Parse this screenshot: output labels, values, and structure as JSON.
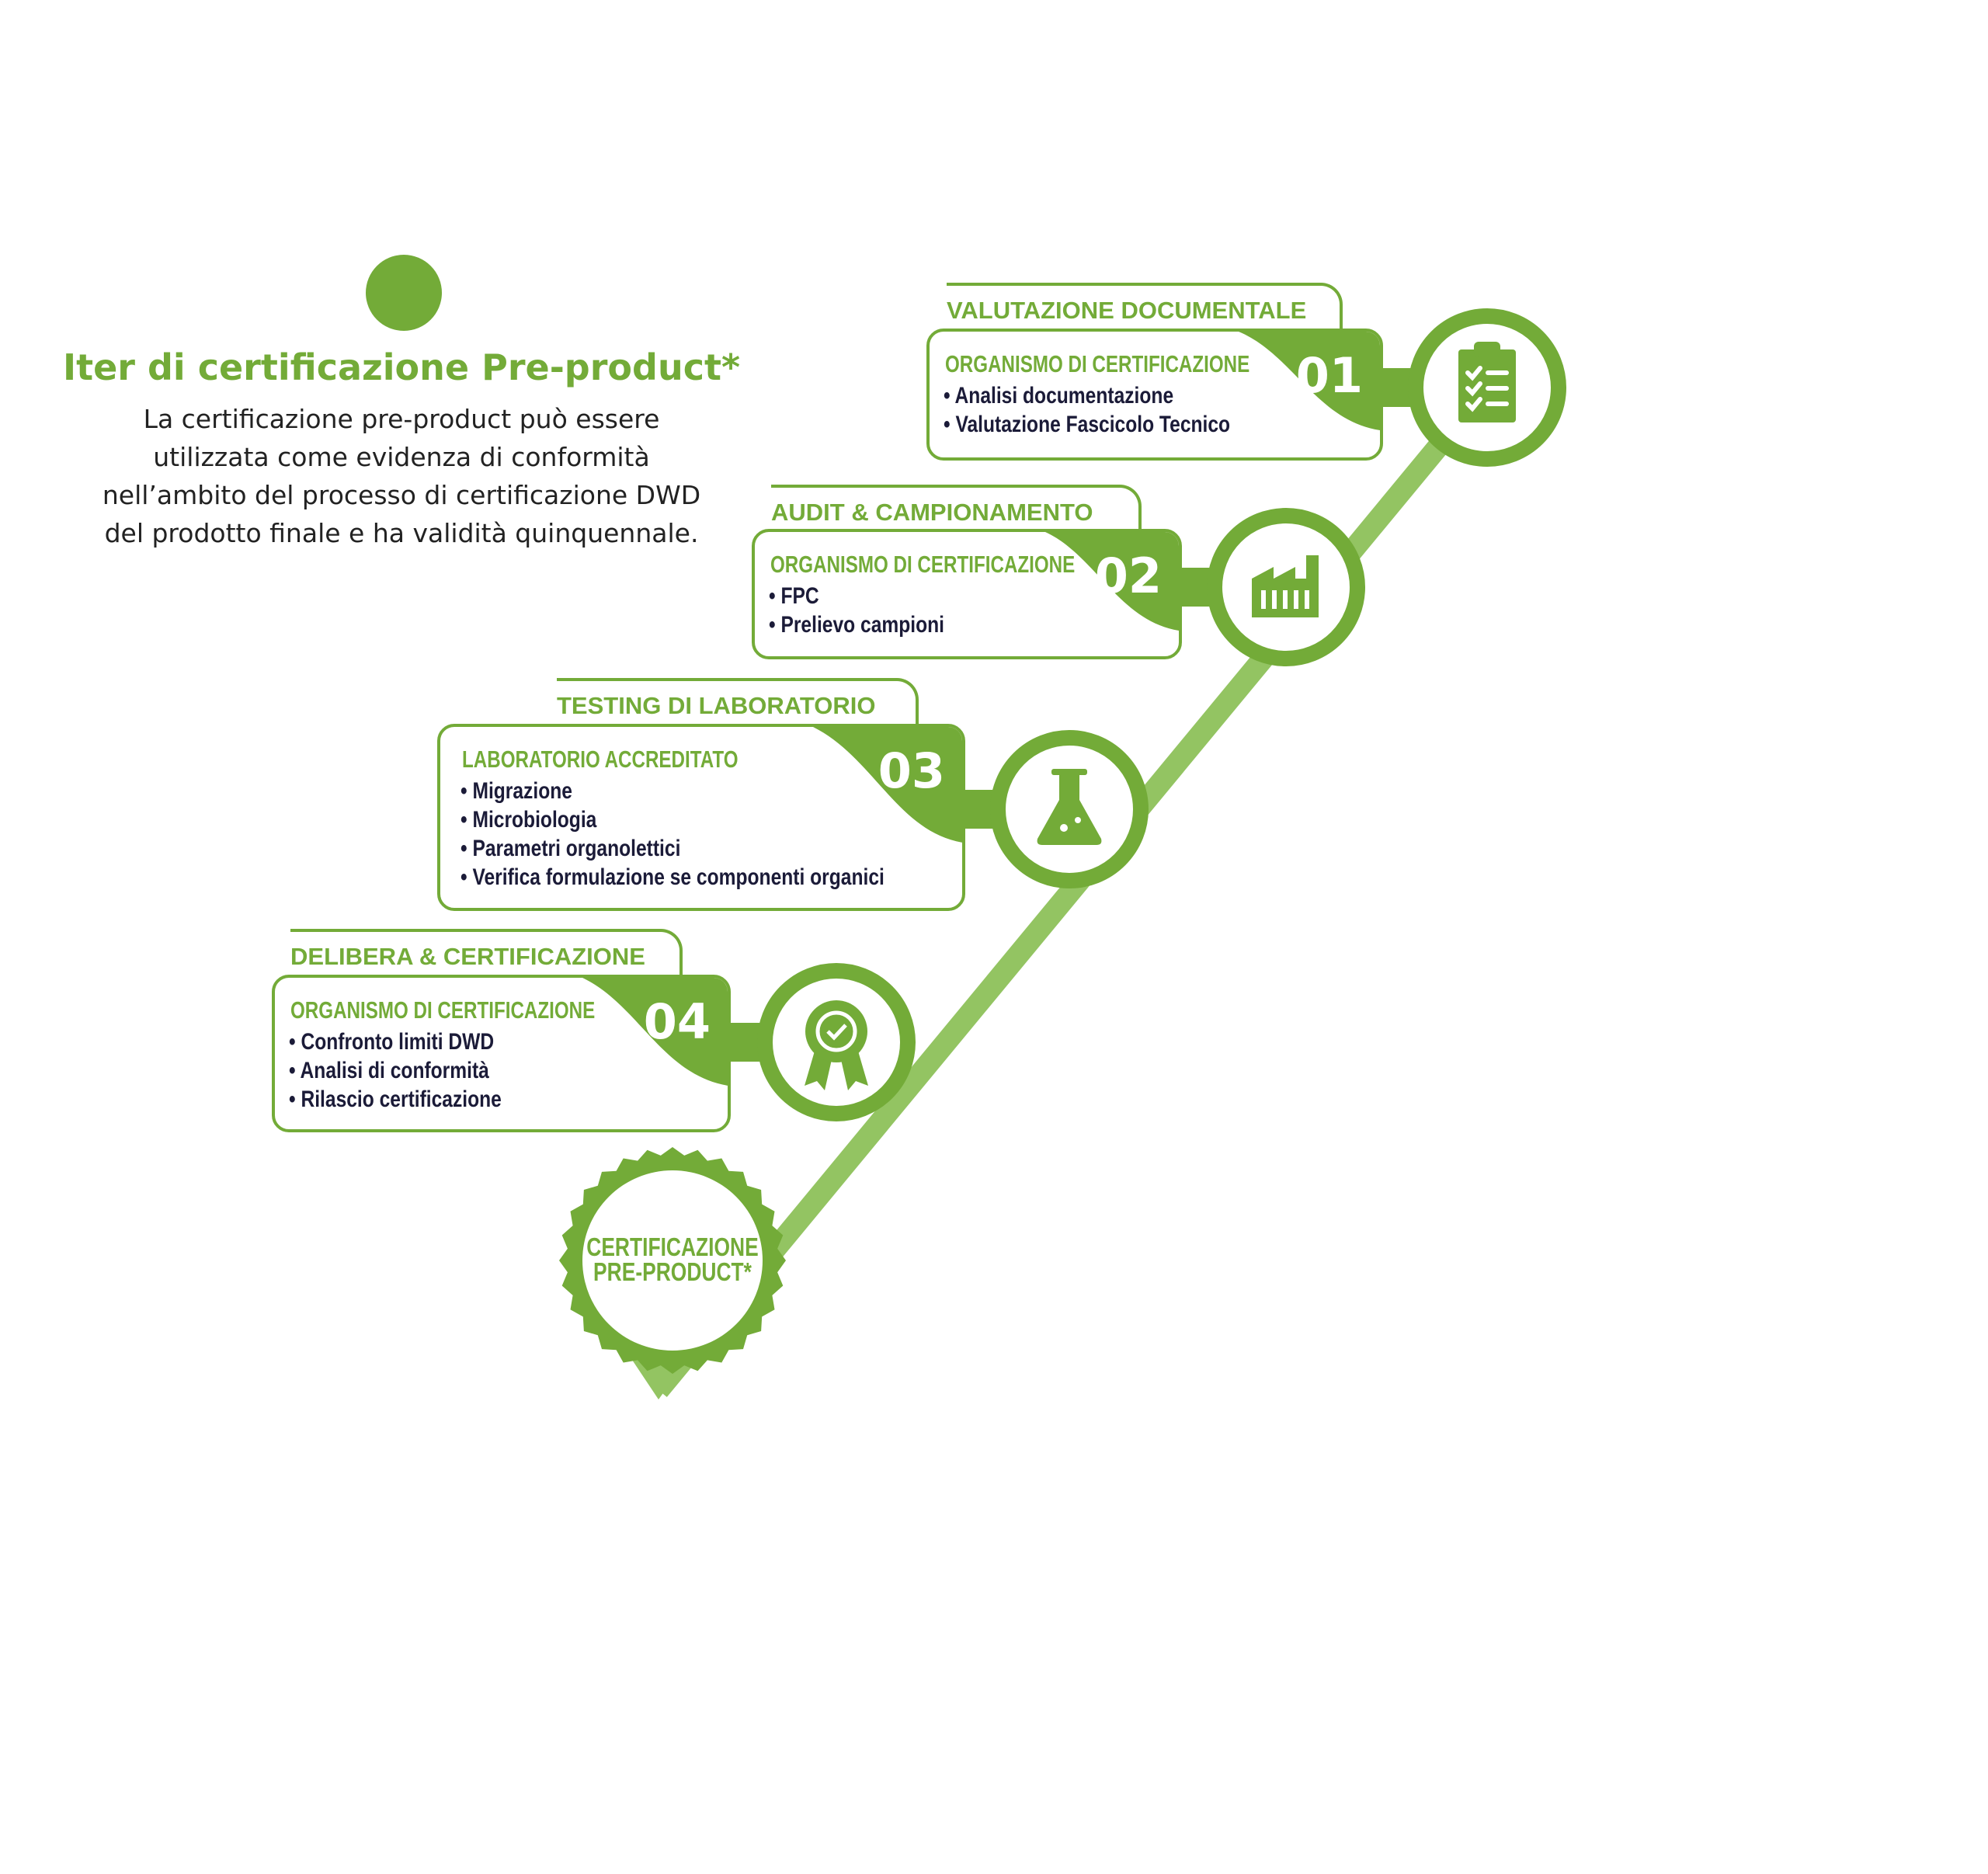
{
  "header": {
    "title": "Iter di certificazione Pre-product*",
    "description_lines": [
      "La certificazione pre-product può essere",
      "utilizzata come evidenza di conformità",
      "nell’ambito del processo di certificazione DWD",
      "del prodotto finale e ha validità quinquennale."
    ]
  },
  "colors": {
    "primary": "#73ab38",
    "line": "#93c462",
    "text": "#1b1b38"
  },
  "steps": [
    {
      "number": "01",
      "phase": "VALUTAZIONE DOCUMENTALE",
      "actor": "ORGANISMO DI CERTIFICAZIONE",
      "icon": "clipboard-checklist-icon",
      "items": [
        "Analisi documentazione",
        "Valutazione Fascicolo Tecnico"
      ]
    },
    {
      "number": "02",
      "phase": "AUDIT & CAMPIONAMENTO",
      "actor": "ORGANISMO DI CERTIFICAZIONE",
      "icon": "factory-icon",
      "items": [
        "FPC",
        "Prelievo campioni"
      ]
    },
    {
      "number": "03",
      "phase": "TESTING DI LABORATORIO",
      "actor": "LABORATORIO ACCREDITATO",
      "icon": "flask-icon",
      "items": [
        "Migrazione",
        "Microbiologia",
        "Parametri organolettici",
        "Verifica formulazione se componenti organici"
      ]
    },
    {
      "number": "04",
      "phase": "DELIBERA & CERTIFICAZIONE",
      "actor": "ORGANISMO DI CERTIFICAZIONE",
      "icon": "award-ribbon-icon",
      "items": [
        "Confronto limiti DWD",
        "Analisi di conformità",
        "Rilascio certificazione"
      ]
    }
  ],
  "final_badge": {
    "line1": "CERTIFICAZIONE",
    "line2": "PRE-PRODUCT*"
  }
}
